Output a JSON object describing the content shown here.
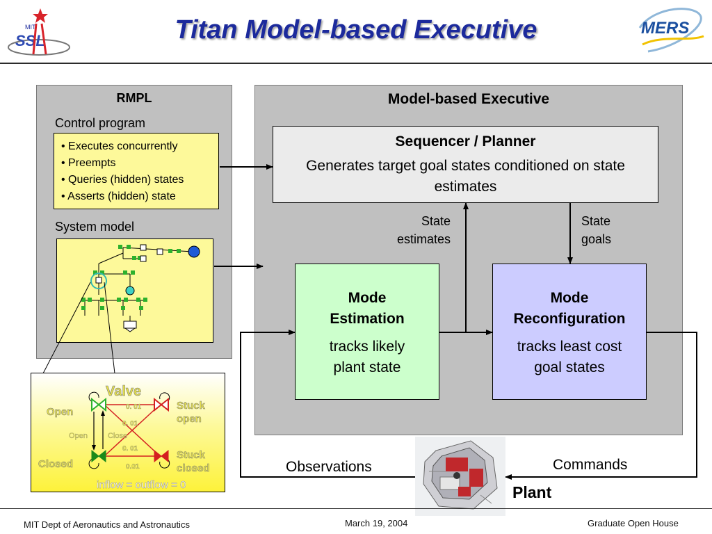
{
  "header": {
    "title": "Titan Model-based Executive",
    "logo_left_text": "SSL",
    "logo_left_small": "MIT",
    "logo_right_text": "MERS"
  },
  "rmpl": {
    "title": "RMPL",
    "control_program_label": "Control program",
    "bullets": [
      "• Executes concurrently",
      "• Preempts",
      "• Queries (hidden) states",
      "• Asserts (hidden) state"
    ],
    "system_model_label": "System model"
  },
  "valve": {
    "title": "Valve",
    "open": "Open",
    "closed": "Closed",
    "stuck_open": "Stuck open",
    "stuck_closed": "Stuck closed",
    "open_cmd": "Open",
    "close_cmd": "Close",
    "p1": "0. 01",
    "p2": "0. 01",
    "p3": "0. 01",
    "p4": "0.01",
    "constraint": "inflow = outflow = 0"
  },
  "executive": {
    "title": "Model-based Executive",
    "sequencer_title": "Sequencer / Planner",
    "sequencer_desc": "Generates target goal states conditioned on state estimates",
    "state_estimates": "State estimates",
    "state_goals": "State goals",
    "mode_estimation_title": "Mode Estimation",
    "mode_estimation_desc": "tracks likely plant state",
    "mode_reconfig_title": "Mode Reconfiguration",
    "mode_reconfig_desc": "tracks least cost goal states"
  },
  "plant": {
    "observations": "Observations",
    "commands": "Commands",
    "label": "Plant"
  },
  "footer": {
    "left": "MIT Dept of Aeronautics and Astronautics",
    "center": "March 19, 2004",
    "right": "Graduate Open House"
  },
  "colors": {
    "title": "#1c2a9c",
    "panel_gray": "#c0c0c0",
    "yellow": "#fdf99a",
    "mode_estimation_fill": "#ccffcc",
    "mode_reconfig_fill": "#ccccff",
    "sequencer_fill": "#ebebeb"
  }
}
